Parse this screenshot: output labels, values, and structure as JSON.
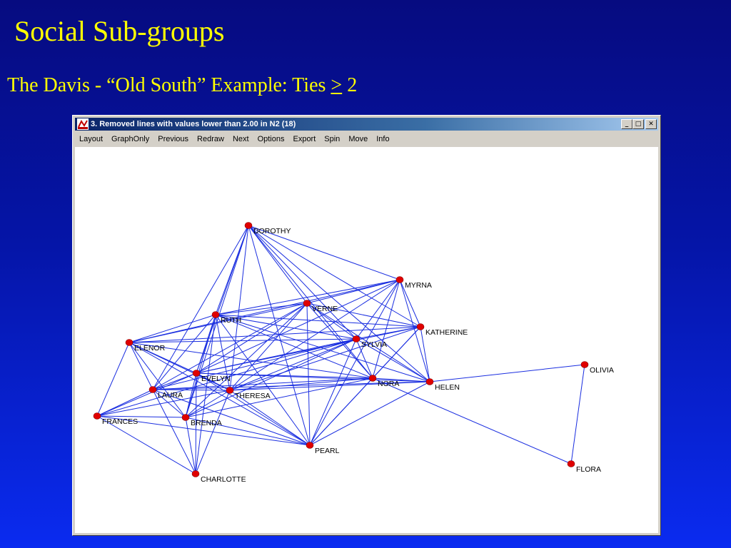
{
  "slide": {
    "title": "Social Sub-groups",
    "subtitle_prefix": "The Davis - “Old South” Example: Ties ",
    "subtitle_operator": ">",
    "subtitle_value": " 2"
  },
  "window": {
    "title": "3. Removed lines with values lower than 2.00 in N2 (18)",
    "app_icon": "pajek-app-icon",
    "controls": [
      "minimize",
      "maximize",
      "close"
    ]
  },
  "menu": [
    "Layout",
    "GraphOnly",
    "Previous",
    "Redraw",
    "Next",
    "Options",
    "Export",
    "Spin",
    "Move",
    "Info"
  ],
  "graph": {
    "node_color": "#e00000",
    "edge_color": "#1a2ee0",
    "nodes": [
      "DOROTHY",
      "MYRNA",
      "VERNE",
      "RUTH",
      "KATHERINE",
      "SYLVIA",
      "ELENOR",
      "EVELYN",
      "NORA",
      "HELEN",
      "OLIVIA",
      "LAURA",
      "THERESA",
      "FRANCES",
      "BRENDA",
      "PEARL",
      "FLORA",
      "CHARLOTTE"
    ]
  }
}
